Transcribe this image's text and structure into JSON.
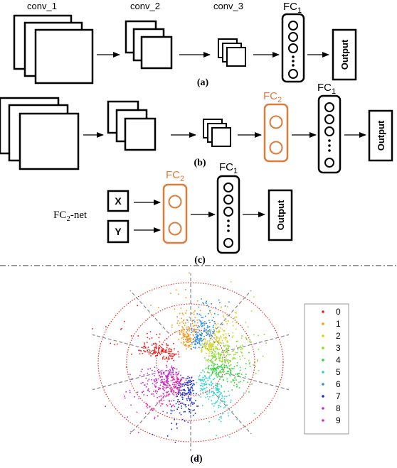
{
  "labels": {
    "conv1": "conv_1",
    "conv2": "conv_2",
    "conv3": "conv_3",
    "fc": "FC",
    "fc1_sub": "1",
    "fc2_sub": "2",
    "output": "Output",
    "x": "X",
    "y": "Y",
    "net_main": "FC",
    "net_sub": "2",
    "net_tail": "-net"
  },
  "panels": {
    "a": "(a)",
    "b": "(b)",
    "c": "(c)",
    "d": "(d)"
  },
  "colors": {
    "ink": "#000000",
    "orange": "#e07b39",
    "ring": "#e8332a",
    "sector": "#888888"
  },
  "legend": [
    {
      "label": "0",
      "color": "#e8201e"
    },
    {
      "label": "1",
      "color": "#f29a1c"
    },
    {
      "label": "2",
      "color": "#d9d21f"
    },
    {
      "label": "3",
      "color": "#8ad92a"
    },
    {
      "label": "4",
      "color": "#35d640"
    },
    {
      "label": "5",
      "color": "#2ad6d0"
    },
    {
      "label": "6",
      "color": "#2a8cf0"
    },
    {
      "label": "7",
      "color": "#1a2acf"
    },
    {
      "label": "8",
      "color": "#c42ad6"
    },
    {
      "label": "9",
      "color": "#e62aa8"
    }
  ]
}
